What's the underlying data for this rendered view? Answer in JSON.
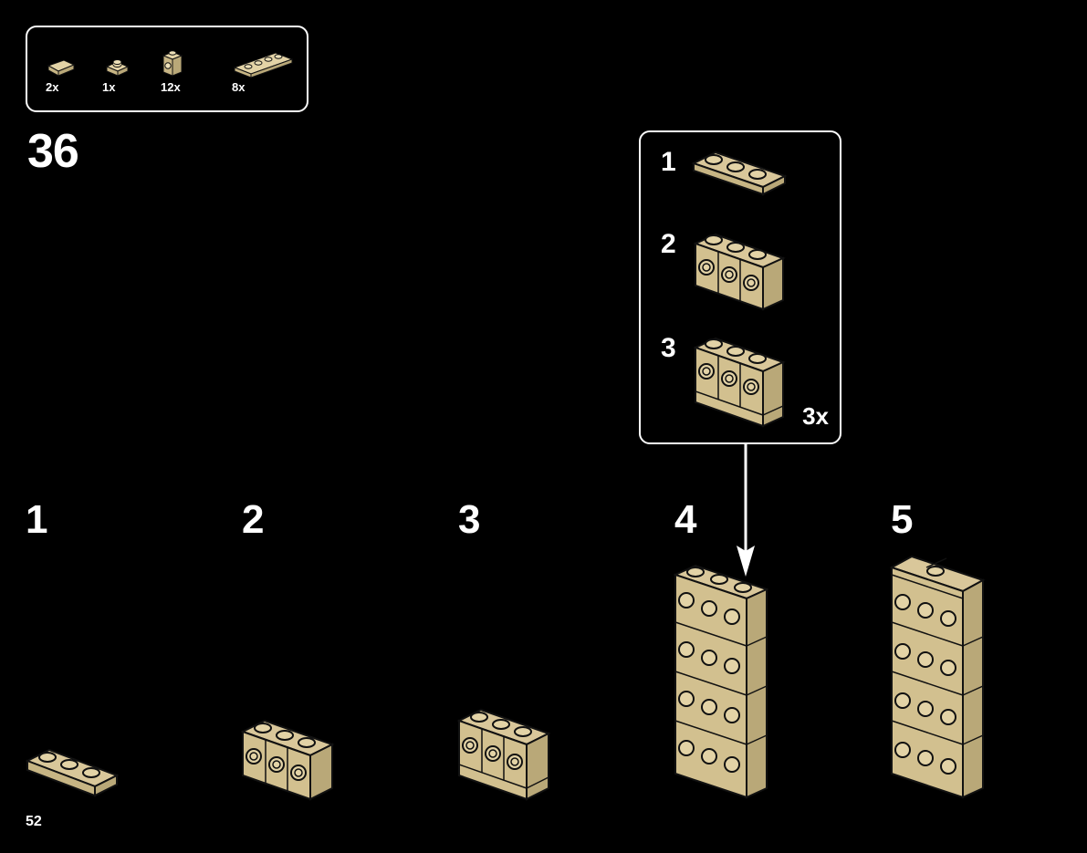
{
  "parts_list": [
    {
      "qty": "2x",
      "icon": "tile-1x2-icon"
    },
    {
      "qty": "1x",
      "icon": "plate-1x1-icon"
    },
    {
      "qty": "12x",
      "icon": "brick-1x1-side-stud-icon"
    },
    {
      "qty": "8x",
      "icon": "plate-1x4-icon"
    }
  ],
  "step_number": "36",
  "sub_assembly": {
    "steps": [
      "1",
      "2",
      "3"
    ],
    "multiplier": "3x"
  },
  "phases": [
    "1",
    "2",
    "3",
    "4",
    "5"
  ],
  "page_number": "52",
  "colors": {
    "background": "#000000",
    "tan": "#D9C79A",
    "tan_dark": "#B9A878",
    "outline": "#1a1a1a",
    "frame": "#ffffff"
  }
}
